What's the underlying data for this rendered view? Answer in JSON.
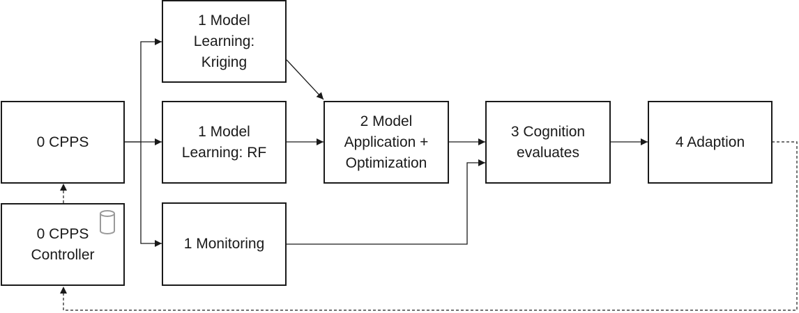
{
  "diagram": {
    "nodes": {
      "cpps": "0 CPPS",
      "cpps_controller": "0 CPPS\nController",
      "kriging": "1 Model\nLearning:\nKriging",
      "rf": "1 Model\nLearning: RF",
      "monitoring": "1 Monitoring",
      "application": "2 Model\nApplication +\nOptimization",
      "cognition": "3 Cognition\nevaluates",
      "adaption": "4 Adaption"
    },
    "edges": [
      {
        "from": "cpps",
        "to": "kriging",
        "style": "solid"
      },
      {
        "from": "cpps",
        "to": "rf",
        "style": "solid"
      },
      {
        "from": "cpps",
        "to": "monitoring",
        "style": "solid"
      },
      {
        "from": "kriging",
        "to": "application",
        "style": "solid"
      },
      {
        "from": "rf",
        "to": "application",
        "style": "solid"
      },
      {
        "from": "application",
        "to": "cognition",
        "style": "solid"
      },
      {
        "from": "monitoring",
        "to": "cognition",
        "style": "solid"
      },
      {
        "from": "cognition",
        "to": "adaption",
        "style": "solid"
      },
      {
        "from": "adaption",
        "to": "cpps_controller",
        "style": "dashed"
      },
      {
        "from": "cpps_controller",
        "to": "cpps",
        "style": "dashed"
      }
    ],
    "icon": "database-icon",
    "colors": {
      "line": "#1a1a1a",
      "icon": "#9a9a9a",
      "background": "#ffffff"
    }
  }
}
